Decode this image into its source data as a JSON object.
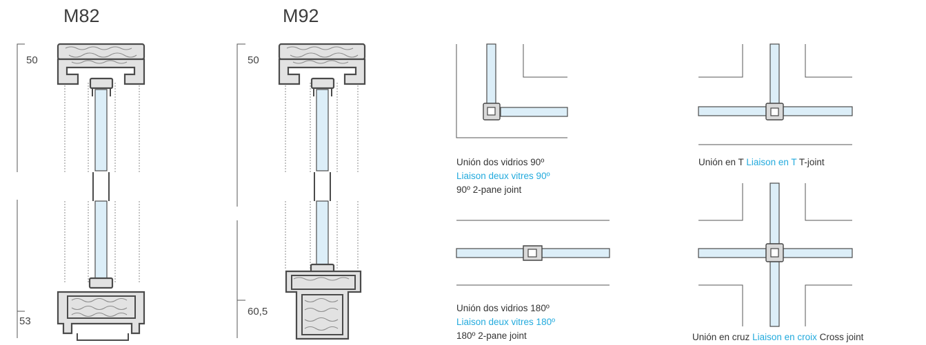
{
  "models": {
    "m82": {
      "title": "M82",
      "dim_top": "50",
      "dim_bottom": "53"
    },
    "m92": {
      "title": "M92",
      "dim_top": "50",
      "dim_bottom": "60,5"
    }
  },
  "joints": {
    "corner90": {
      "es": "Unión dos vidrios 90º",
      "fr": "Liaison deux vitres 90º",
      "en": "90º 2-pane joint"
    },
    "straight180": {
      "es": "Unión dos vidrios 180º",
      "fr": "Liaison deux vitres 180º",
      "en": "180º 2-pane joint"
    },
    "tjoint": {
      "es": "Unión en T",
      "fr": "Liaison en T",
      "en": "T-joint"
    },
    "cross": {
      "es": "Unión en cruz",
      "fr": "Liaison en croix",
      "en": "Cross joint"
    }
  },
  "colors": {
    "french_text": "#22aadd",
    "glass": "#dceef8",
    "aluminium": "#e2e2e2",
    "line": "#4a4a4a"
  }
}
